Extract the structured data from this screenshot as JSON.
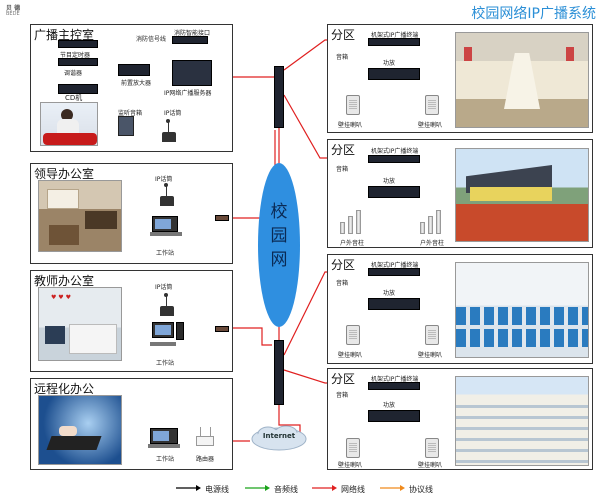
{
  "header": {
    "title": "校园网络IP广播系统",
    "logo_text": "贝 德",
    "logo_sub": "BEDE"
  },
  "core": {
    "label": "校园网",
    "internet": "Internet"
  },
  "panels": {
    "control_room": {
      "title": "广播主控室",
      "timer": "节目定时器",
      "tuner": "调谐器",
      "cd": "CD机",
      "preamp": "前置放大器",
      "fire_signal": "消防信号线",
      "fire_interface": "消防智能接口",
      "server": "IP网络广播服务器",
      "monitor": "监听音箱",
      "ip_mic": "IP话筒"
    },
    "leader_office": {
      "title": "领导办公室",
      "ip_mic": "IP话筒",
      "workstation": "工作站"
    },
    "teacher_office": {
      "title": "教师办公室",
      "ip_mic": "IP话筒",
      "workstation": "工作站"
    },
    "remote_office": {
      "title": "远程化办公",
      "workstation": "工作站",
      "router": "路由器"
    }
  },
  "zones": [
    {
      "title": "分区",
      "terminal": "机架式IP广播终端",
      "amp": "功放",
      "amp_label": "功放",
      "left_speaker": "壁挂喇叭",
      "right_speaker": "壁挂喇叭",
      "mic": "音箱"
    },
    {
      "title": "分区",
      "terminal": "机架式IP广播终端",
      "amp": "功放",
      "amp_label": "功放",
      "left_speaker": "户外音柱",
      "right_speaker": "户外音柱",
      "mic": "音箱"
    },
    {
      "title": "分区",
      "terminal": "机架式IP广播终端",
      "amp": "功放",
      "amp_label": "功放",
      "left_speaker": "壁挂喇叭",
      "right_speaker": "壁挂喇叭",
      "mic": "音箱"
    },
    {
      "title": "分区",
      "terminal": "机架式IP广播终端",
      "amp": "功放",
      "amp_label": "功放",
      "left_speaker": "壁挂喇叭",
      "right_speaker": "壁挂喇叭",
      "mic": "音箱"
    }
  ],
  "legend": [
    {
      "label": "电源线",
      "color": "#000000"
    },
    {
      "label": "音频线",
      "color": "#1aa31a"
    },
    {
      "label": "网络线",
      "color": "#e02020"
    },
    {
      "label": "协议线",
      "color": "#f08a1c"
    }
  ],
  "colors": {
    "title_blue": "#2b8fd6",
    "network_blue": "#2f8fe0",
    "net_red": "#e02020",
    "audio_green": "#1aa31a"
  }
}
